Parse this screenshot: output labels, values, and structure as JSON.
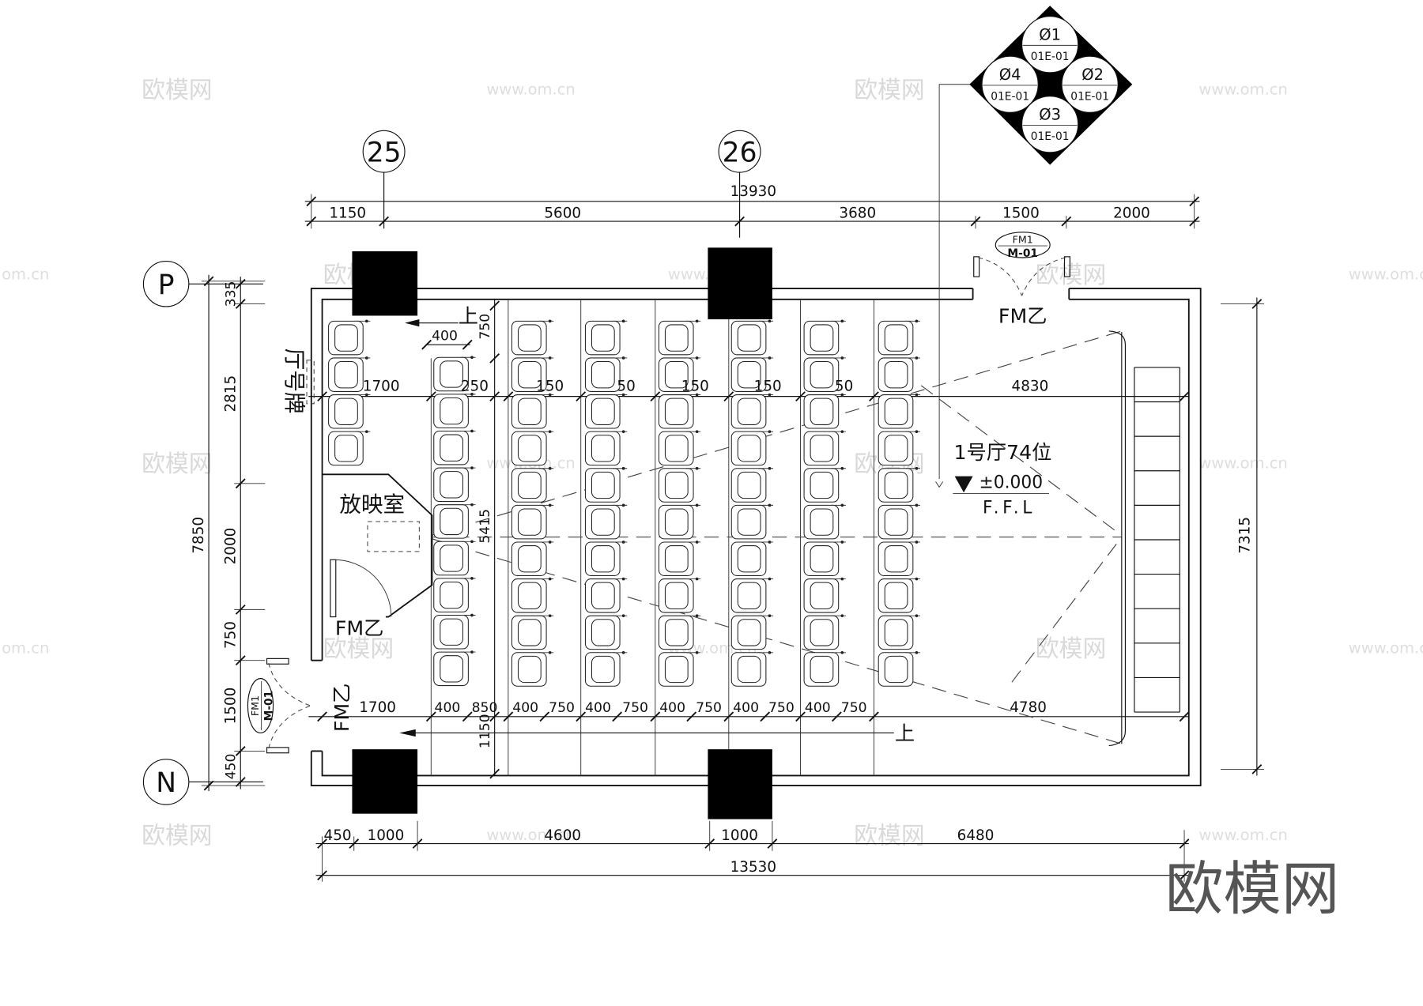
{
  "grid_axes": {
    "col_25": "25",
    "col_26": "26",
    "row_P": "P",
    "row_N": "N"
  },
  "dims_top": {
    "overall": "13930",
    "segments": [
      "1150",
      "5600",
      "3680",
      "1500",
      "2000"
    ]
  },
  "dims_bottom": {
    "segments": [
      "450",
      "1000",
      "4600",
      "1000",
      "6480"
    ],
    "overall": "13530"
  },
  "dims_left": {
    "overall": "7850",
    "segments": [
      "335",
      "2815",
      "2000",
      "750",
      "1500",
      "450"
    ]
  },
  "dims_right": {
    "overall": "7315"
  },
  "hall_dims_top": [
    "1700",
    "250",
    "150",
    "50",
    "150",
    "150",
    "50",
    "4830"
  ],
  "hall_dims_bottom": [
    "1700",
    "400",
    "850",
    "400",
    "750",
    "400",
    "750",
    "400",
    "750",
    "400",
    "750",
    "400",
    "750",
    "4780"
  ],
  "hall_dims_misc": {
    "stair_width": "400",
    "stair_depth": "750",
    "seating_depth": "5415",
    "aisle_depth": "1150"
  },
  "labels": {
    "hall": "1号厅74位",
    "projection_room": "放映室",
    "hall_sign": "厅号牌",
    "stair_up_1": "上",
    "stair_up_2": "上"
  },
  "level_mark": {
    "value": "±0.000",
    "datum": "F.F.L"
  },
  "doors": {
    "main_entry": {
      "tag_number": "FM1",
      "tag_type": "M-01",
      "fire_rating": "FM乙"
    },
    "side_exit": {
      "tag_number": "FM1",
      "tag_type": "M-01",
      "fire_rating": "FM乙"
    },
    "projection_room": {
      "fire_rating": "FM乙"
    }
  },
  "elevation_index": [
    {
      "number": "Ø1",
      "sheet": "01E-01"
    },
    {
      "number": "Ø2",
      "sheet": "01E-01"
    },
    {
      "number": "Ø3",
      "sheet": "01E-01"
    },
    {
      "number": "Ø4",
      "sheet": "01E-01"
    }
  ],
  "watermark": {
    "logo": "欧模网",
    "site": "www.om.cn",
    "site_short": "om.cn"
  }
}
